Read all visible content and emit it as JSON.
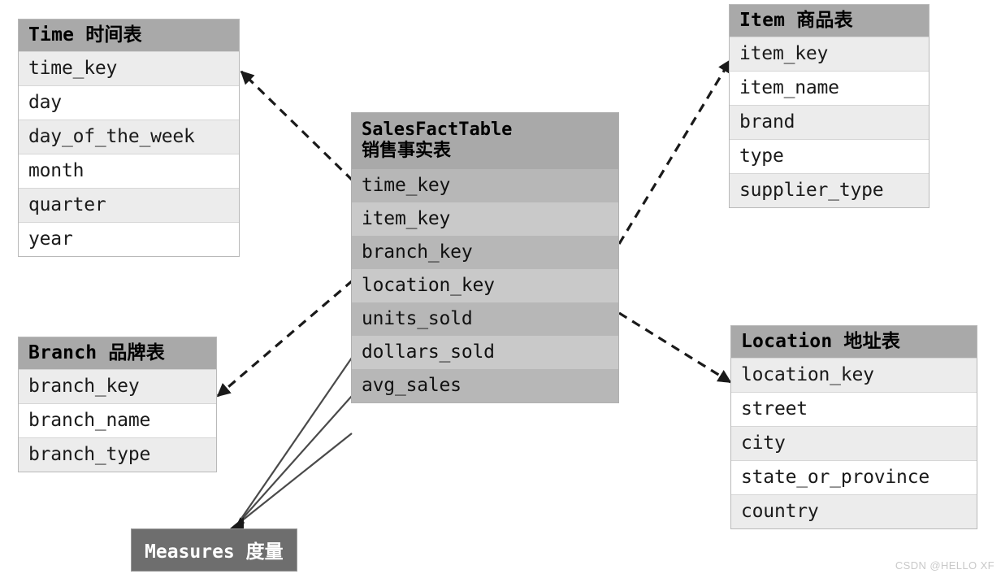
{
  "diagram": {
    "type": "star-schema",
    "title_watermark": "CSDN @HELLO XF"
  },
  "fact_table": {
    "name_en": "SalesFactTable",
    "name_cn": "销售事实表",
    "columns": [
      "time_key",
      "item_key",
      "branch_key",
      "location_key",
      "units_sold",
      "dollars_sold",
      "avg_sales"
    ]
  },
  "dimensions": {
    "time": {
      "header": "Time 时间表",
      "columns": [
        "time_key",
        "day",
        "day_of_the_week",
        "month",
        "quarter",
        "year"
      ]
    },
    "item": {
      "header": "Item 商品表",
      "columns": [
        "item_key",
        "item_name",
        "brand",
        "type",
        "supplier_type"
      ]
    },
    "branch": {
      "header": "Branch 品牌表",
      "columns": [
        "branch_key",
        "branch_name",
        "branch_type"
      ]
    },
    "location": {
      "header": "Location 地址表",
      "columns": [
        "location_key",
        "street",
        "city",
        "state_or_province",
        "country"
      ]
    }
  },
  "measures": {
    "label": "Measures 度量"
  },
  "colors": {
    "header_gray": "#a9a9a9",
    "row_light": "#ececec",
    "row_white": "#ffffff",
    "fact_row_dark": "#b7b7b7",
    "fact_row_light": "#c9c9c9",
    "measures_bg": "#6e6e6e",
    "connector": "#1a1a1a"
  },
  "connectors": [
    {
      "from": "fact.time_key",
      "to": "time.time_key",
      "style": "dashed",
      "arrow": "end"
    },
    {
      "from": "fact.item_key",
      "to": "item.item_key",
      "style": "dashed",
      "arrow": "end"
    },
    {
      "from": "fact.branch_key",
      "to": "branch.branch_key",
      "style": "dashed",
      "arrow": "end"
    },
    {
      "from": "fact.location_key",
      "to": "location.location_key",
      "style": "dashed",
      "arrow": "end"
    },
    {
      "from": "fact.units_sold",
      "to": "measures",
      "style": "solid",
      "arrow": "end"
    },
    {
      "from": "fact.dollars_sold",
      "to": "measures",
      "style": "solid",
      "arrow": "end"
    },
    {
      "from": "fact.avg_sales",
      "to": "measures",
      "style": "solid",
      "arrow": "end"
    }
  ]
}
